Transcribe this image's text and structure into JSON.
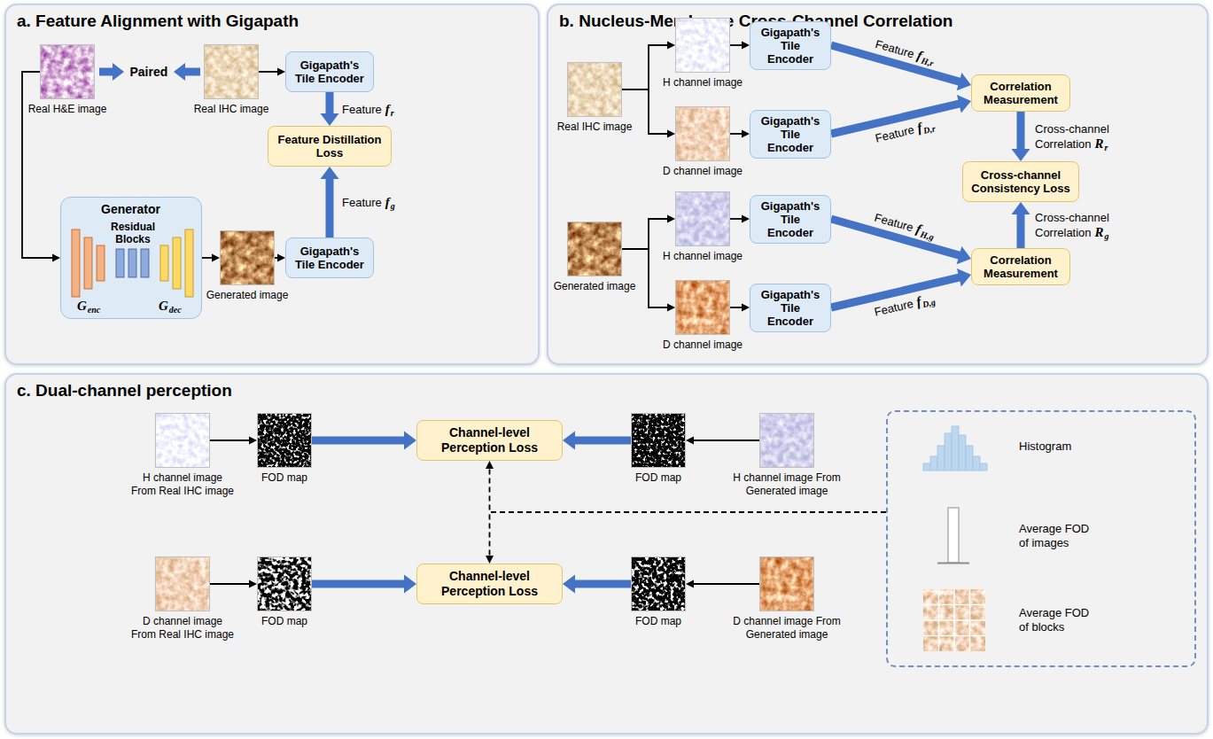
{
  "diagram": {
    "nodes": [
      {
        "text": [
          "a. Feature Alignment with Gigapath"
        ]
      },
      {
        "text": [
          "Real H&E image"
        ],
        "in": 0
      },
      {
        "text": [
          "Real IHC image"
        ],
        "in": 0
      },
      {
        "text": [
          "Gigapath's Tile Encoder"
        ],
        "in": 0
      },
      {
        "text": [
          "Feature Distillation Loss"
        ],
        "in": 0
      },
      {
        "text": [
          "Generator",
          "Residual Blocks"
        ],
        "in": 0
      },
      {
        "text": [
          "Generated image"
        ],
        "in": 0
      },
      {
        "text": [
          "Gigapath's Tile Encoder"
        ],
        "in": 0
      },
      {
        "text": [
          "b. Nucleus-Membrane Cross-Channel Correlation"
        ]
      },
      {
        "text": [
          "Real IHC image"
        ],
        "in": 8
      },
      {
        "text": [
          "H channel image"
        ],
        "in": 8
      },
      {
        "text": [
          "D channel image"
        ],
        "in": 8
      },
      {
        "text": [
          "Gigapath's Tile Encoder"
        ],
        "in": 8
      },
      {
        "text": [
          "Gigapath's Tile Encoder"
        ],
        "in": 8
      },
      {
        "text": [
          "Correlation Measurement"
        ],
        "in": 8
      },
      {
        "text": [
          "Cross-channel Consistency Loss"
        ],
        "in": 8
      },
      {
        "text": [
          "Generated image"
        ],
        "in": 8
      },
      {
        "text": [
          "H channel image"
        ],
        "in": 8
      },
      {
        "text": [
          "D channel image"
        ],
        "in": 8
      },
      {
        "text": [
          "Gigapath's Tile Encoder"
        ],
        "in": 8
      },
      {
        "text": [
          "Gigapath's Tile Encoder"
        ],
        "in": 8
      },
      {
        "text": [
          "Correlation Measurement"
        ],
        "in": 8
      },
      {
        "text": [
          "c. Dual-channel perception"
        ]
      },
      {
        "text": [
          "H channel image From Real IHC image"
        ],
        "in": 22
      },
      {
        "text": [
          "FOD map"
        ],
        "in": 22
      },
      {
        "text": [
          "Channel-level Perception Loss"
        ],
        "in": 22
      },
      {
        "text": [
          "FOD map"
        ],
        "in": 22
      },
      {
        "text": [
          "H channel image From Generated image"
        ],
        "in": 22
      },
      {
        "text": [
          "D channel image From Real IHC image"
        ],
        "in": 22
      },
      {
        "text": [
          "FOD map"
        ],
        "in": 22
      },
      {
        "text": [
          "Channel-level Perception Loss"
        ],
        "in": 22
      },
      {
        "text": [
          "FOD map"
        ],
        "in": 22
      },
      {
        "text": [
          "D channel image From Generated image"
        ],
        "in": 22
      },
      {
        "text": [
          "Histogram",
          "Average FOD of images",
          "Average FOD of blocks"
        ],
        "in": 22
      }
    ],
    "edges": [
      {
        "from": 1,
        "to": 5,
        "arrow": "to"
      },
      {
        "from": 2,
        "to": 3,
        "arrow": "to"
      },
      {
        "from": 3,
        "to": 4,
        "arrow": "to",
        "label": "Feature"
      },
      {
        "from": 5,
        "to": 6,
        "arrow": "to"
      },
      {
        "from": 6,
        "to": 7,
        "arrow": "to"
      },
      {
        "from": 7,
        "to": 4,
        "arrow": "to",
        "label": "Feature"
      },
      {
        "from": 9,
        "to": 10,
        "arrow": "to"
      },
      {
        "from": 9,
        "to": 11,
        "arrow": "to"
      },
      {
        "from": 10,
        "to": 12,
        "arrow": "to"
      },
      {
        "from": 11,
        "to": 13,
        "arrow": "to"
      },
      {
        "from": 12,
        "to": 14,
        "arrow": "to",
        "label": "Feature"
      },
      {
        "from": 13,
        "to": 14,
        "arrow": "to",
        "label": "Feature"
      },
      {
        "from": 14,
        "to": 15,
        "arrow": "to",
        "label": "Cross-channel Correlation"
      },
      {
        "from": 16,
        "to": 17,
        "arrow": "to"
      },
      {
        "from": 16,
        "to": 18,
        "arrow": "to"
      },
      {
        "from": 17,
        "to": 19,
        "arrow": "to"
      },
      {
        "from": 18,
        "to": 20,
        "arrow": "to"
      },
      {
        "from": 19,
        "to": 21,
        "arrow": "to",
        "label": "Feature"
      },
      {
        "from": 20,
        "to": 21,
        "arrow": "to",
        "label": "Feature"
      },
      {
        "from": 21,
        "to": 15,
        "arrow": "to",
        "label": "Cross-channel Correlation"
      },
      {
        "from": 23,
        "to": 24,
        "arrow": "to"
      },
      {
        "from": 24,
        "to": 25,
        "arrow": "to"
      },
      {
        "from": 26,
        "to": 25,
        "arrow": "to"
      },
      {
        "from": 27,
        "to": 26,
        "arrow": "to"
      },
      {
        "from": 28,
        "to": 29,
        "arrow": "to"
      },
      {
        "from": 29,
        "to": 30,
        "arrow": "to"
      },
      {
        "from": 31,
        "to": 30,
        "arrow": "to"
      },
      {
        "from": 32,
        "to": 31,
        "arrow": "to"
      },
      {
        "from": 33,
        "to": 25,
        "arrow": "to"
      },
      {
        "from": 33,
        "to": 30,
        "arrow": "to"
      }
    ],
    "labels": [
      "Paired",
      "G",
      "enc",
      "G",
      "dec",
      "f",
      "r",
      "f",
      "g",
      "f",
      "H,r",
      "f",
      "D,r",
      "R",
      "r",
      "f",
      "H,g",
      "f",
      "D,g",
      "R",
      "g"
    ]
  }
}
